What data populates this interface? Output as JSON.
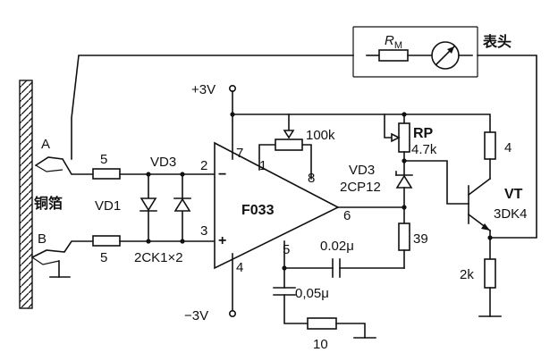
{
  "labels": {
    "copper_foil": "铜箔",
    "terminal_a": "A",
    "terminal_b": "B",
    "vd1": "VD1",
    "vd3_input": "VD3",
    "diode_type": "2CK1×2",
    "r_input_a": "5",
    "r_input_b": "5",
    "opamp_name": "F033",
    "pin_2": "2",
    "pin_3": "3",
    "pin_7": "7",
    "pin_4": "4",
    "pin_1": "1",
    "pin_8": "8",
    "pin_5": "5",
    "pin_6": "6",
    "minus_sign": "−",
    "plus_sign": "+",
    "supply_pos": "+3V",
    "supply_neg": "−3V",
    "pot_100k": "100k",
    "rp_name": "RP",
    "rp_value": "4.7k",
    "vd3_output": "VD3",
    "zener_type": "2CP12",
    "r_39": "39",
    "cap_002": "0.02μ",
    "cap_005": "0,05μ",
    "r_10": "10",
    "r_4": "4",
    "vt_name": "VT",
    "vt_type": "3DK4",
    "r_2k": "2k",
    "rm": "R",
    "rm_sub": "M",
    "meter_head": "表头"
  }
}
